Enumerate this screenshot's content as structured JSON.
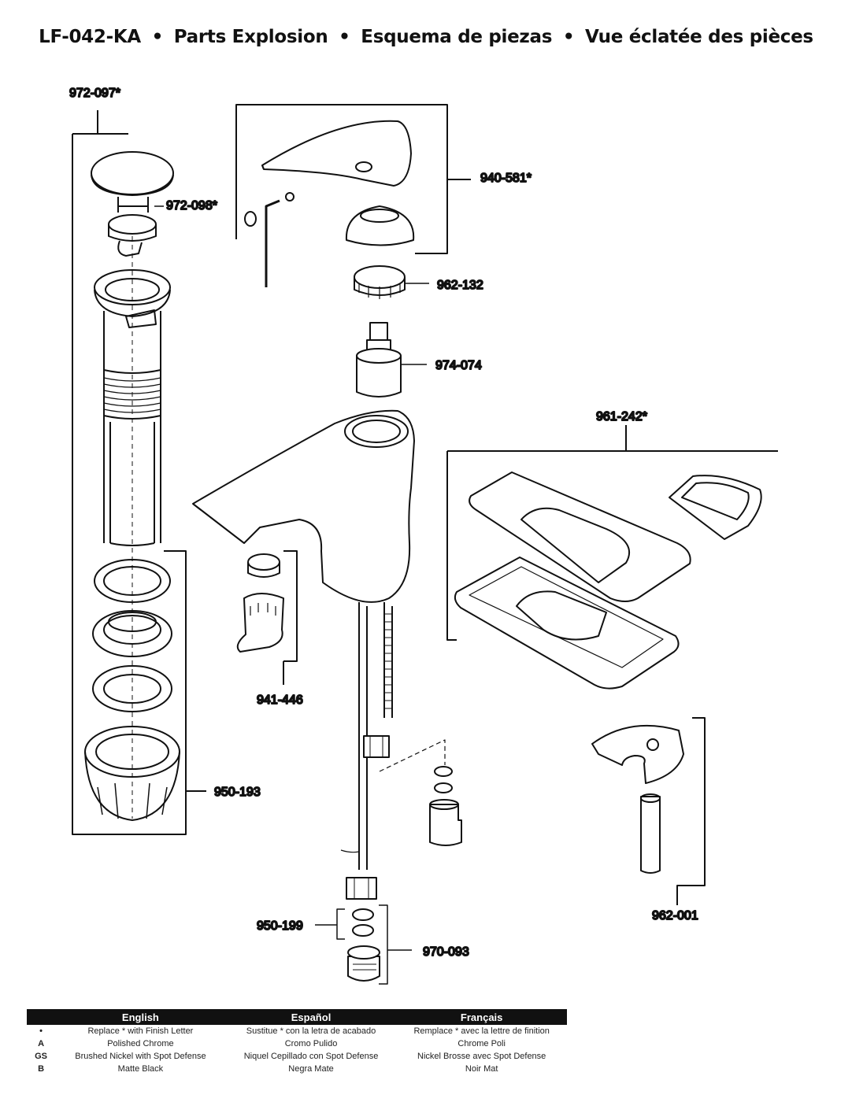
{
  "title": {
    "model": "LF-042-KA",
    "parts_en": "Parts Explosion",
    "parts_es": "Esquema de piezas",
    "parts_fr": "Vue éclatée des pièces",
    "separator": "•"
  },
  "parts": {
    "p972_097": "972-097*",
    "p972_098": "972-098*",
    "p940_581": "940-581*",
    "p962_132": "962-132",
    "p974_074": "974-074",
    "p961_242": "961-242*",
    "p941_446": "941-446",
    "p950_193": "950-193",
    "p962_001": "962-001",
    "p950_199": "950-199",
    "p970_093": "970-093"
  },
  "legend": {
    "headers": [
      "English",
      "Español",
      "Français"
    ],
    "rows": [
      {
        "key": "•",
        "en": "Replace * with Finish Letter",
        "es": "Sustitue * con la letra de acabado",
        "fr": "Remplace * avec la lettre de finition"
      },
      {
        "key": "A",
        "en": "Polished Chrome",
        "es": "Cromo Pulido",
        "fr": "Chrome Poli"
      },
      {
        "key": "GS",
        "en": "Brushed Nickel with Spot Defense",
        "es": "Niquel Cepillado con Spot Defense",
        "fr": "Nickel Brosse avec Spot Defense"
      },
      {
        "key": "B",
        "en": "Matte Black",
        "es": "Negra Mate",
        "fr": "Noir Mat"
      }
    ]
  }
}
